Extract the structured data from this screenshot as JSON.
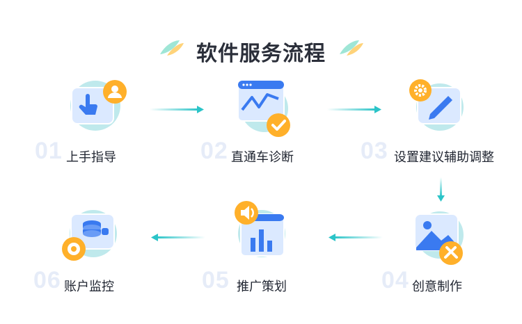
{
  "title": "软件服务流程",
  "steps": [
    {
      "num": "01",
      "label": "上手指导"
    },
    {
      "num": "02",
      "label": "直通车诊断"
    },
    {
      "num": "03",
      "label": "设置建议辅助调整"
    },
    {
      "num": "04",
      "label": "创意制作"
    },
    {
      "num": "05",
      "label": "推广策划"
    },
    {
      "num": "06",
      "label": "账户监控"
    }
  ],
  "colors": {
    "teal": "#2bc4c8",
    "orange": "#ffb02a",
    "blue": "#3a7af0",
    "bubble": "#bfe9ec",
    "card": "#dbe9ff"
  }
}
